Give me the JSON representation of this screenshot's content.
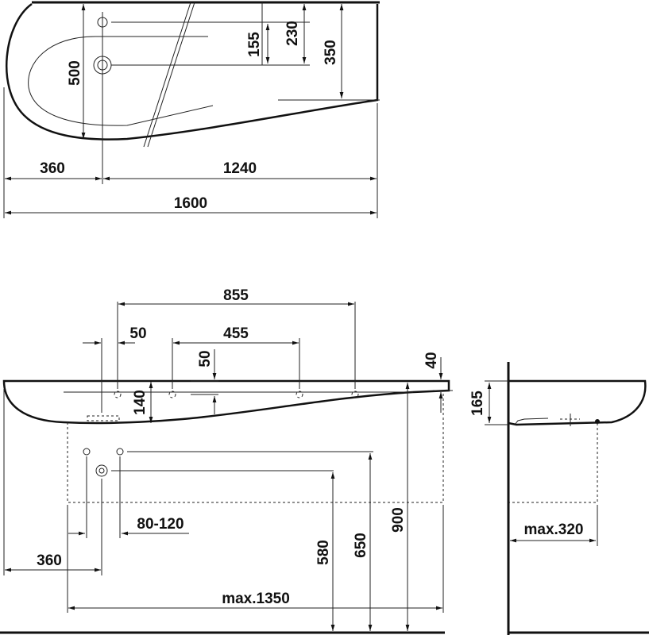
{
  "top_view": {
    "dims": {
      "d155": "155",
      "d230": "230",
      "d350": "350",
      "d500": "500",
      "d360": "360",
      "d1240": "1240",
      "d1600": "1600"
    }
  },
  "front_view": {
    "dims": {
      "d855": "855",
      "d50a": "50",
      "d455": "455",
      "d50b": "50",
      "d40": "40",
      "d140": "140",
      "d80_120": "80-120",
      "d360": "360",
      "dmax1350": "max.1350",
      "d580": "580",
      "d650": "650",
      "d900": "900"
    }
  },
  "side_view": {
    "dims": {
      "d165": "165",
      "dmax320": "max.320"
    }
  }
}
